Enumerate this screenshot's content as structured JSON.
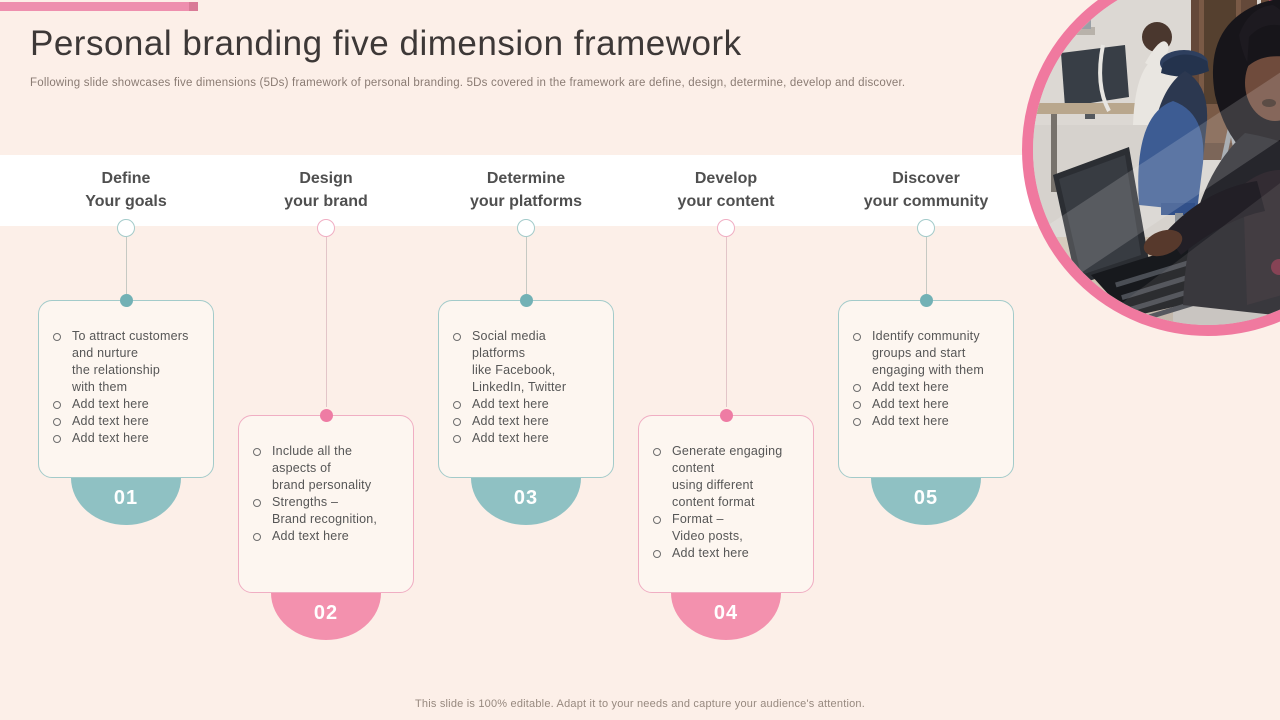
{
  "slide": {
    "title": "Personal branding five dimension framework",
    "subtitle": "Following slide showcases five dimensions (5Ds) framework of personal branding. 5Ds covered in the framework are define, design, determine, develop and discover.",
    "footer": "This slide is 100% editable. Adapt it to your needs and capture your audience's attention."
  },
  "colors": {
    "background": "#fcefe8",
    "header_band": "#ffffff",
    "teal_accent": "#8fc1c3",
    "pink_accent": "#f391ae",
    "photo_ring_pink": "#f0799f",
    "top_bar_pink": "#ee8fae",
    "body_text": "#565656"
  },
  "photo": {
    "description": "People working on laptops in an office, circular photo with pink ring"
  },
  "columns": [
    {
      "title": "Define\nYour goals",
      "number": "01",
      "theme": "teal",
      "bullets": [
        "To attract customers\nand nurture\nthe relationship\nwith them",
        "Add text here",
        "Add text here",
        "Add text here"
      ]
    },
    {
      "title": "Design\nyour brand",
      "number": "02",
      "theme": "pink",
      "bullets": [
        "Include all the\naspects of\nbrand personality",
        "Strengths –\nBrand recognition,",
        "Add text here"
      ]
    },
    {
      "title": "Determine\nyour platforms",
      "number": "03",
      "theme": "teal",
      "bullets": [
        "Social media\nplatforms\nlike Facebook,\nLinkedIn, Twitter",
        "Add text here",
        "Add text here",
        "Add text here"
      ]
    },
    {
      "title": "Develop\nyour content",
      "number": "04",
      "theme": "pink",
      "bullets": [
        "Generate engaging\ncontent\nusing different\ncontent format",
        "Format –\nVideo posts,",
        "Add text here"
      ]
    },
    {
      "title": "Discover\nyour community",
      "number": "05",
      "theme": "teal",
      "bullets": [
        "Identify community\ngroups and start\nengaging with them",
        "Add text here",
        "Add text here",
        "Add text here"
      ]
    }
  ]
}
